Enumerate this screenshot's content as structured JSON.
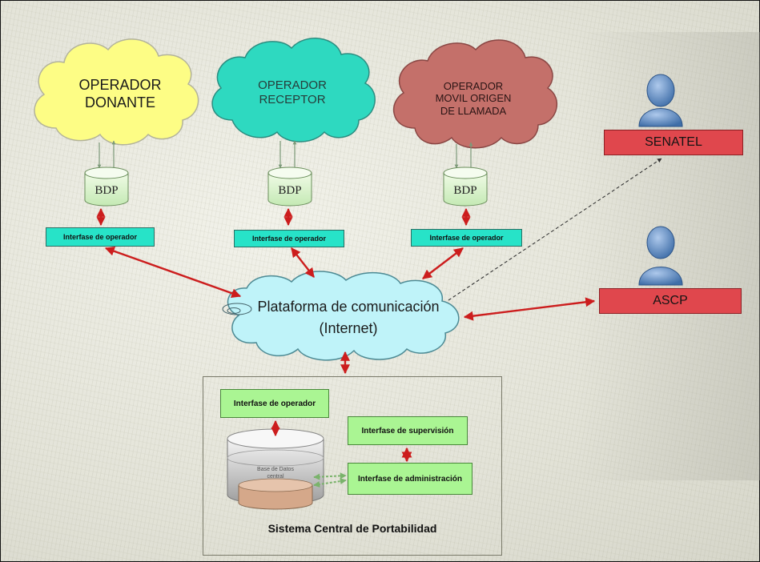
{
  "operators": {
    "donante": {
      "line1": "OPERADOR",
      "line2": "DONANTE"
    },
    "receptor": {
      "line1": "OPERADOR",
      "line2": "RECEPTOR"
    },
    "movil": {
      "line1": "OPERADOR",
      "line2": "MOVIL ORIGEN",
      "line3": "DE LLAMADA"
    }
  },
  "bdp_label": "BDP",
  "interface_operator": "Interfase de operador",
  "platform": {
    "line1": "Plataforma de comunicación",
    "line2": "(Internet)"
  },
  "entities": {
    "senatel": "SENATEL",
    "ascp": "ASCP"
  },
  "central": {
    "title": "Sistema Central de Portabilidad",
    "interface_operator": "Interfase de operador",
    "interface_supervision": "Interfase de supervisión",
    "interface_admin": "Interfase de administración",
    "db_label_line1": "Base de Datos",
    "db_label_line2": "central"
  },
  "colors": {
    "cloud_yellow": "#fdfd85",
    "cloud_teal": "#2ed9c0",
    "cloud_rose": "#c4706a",
    "cloud_blue": "#bff3f9",
    "interface_cyan": "#27e3c8",
    "interface_green": "#aaf593",
    "entity_red": "#e0474d",
    "arrow_red": "#cc1d1d"
  }
}
